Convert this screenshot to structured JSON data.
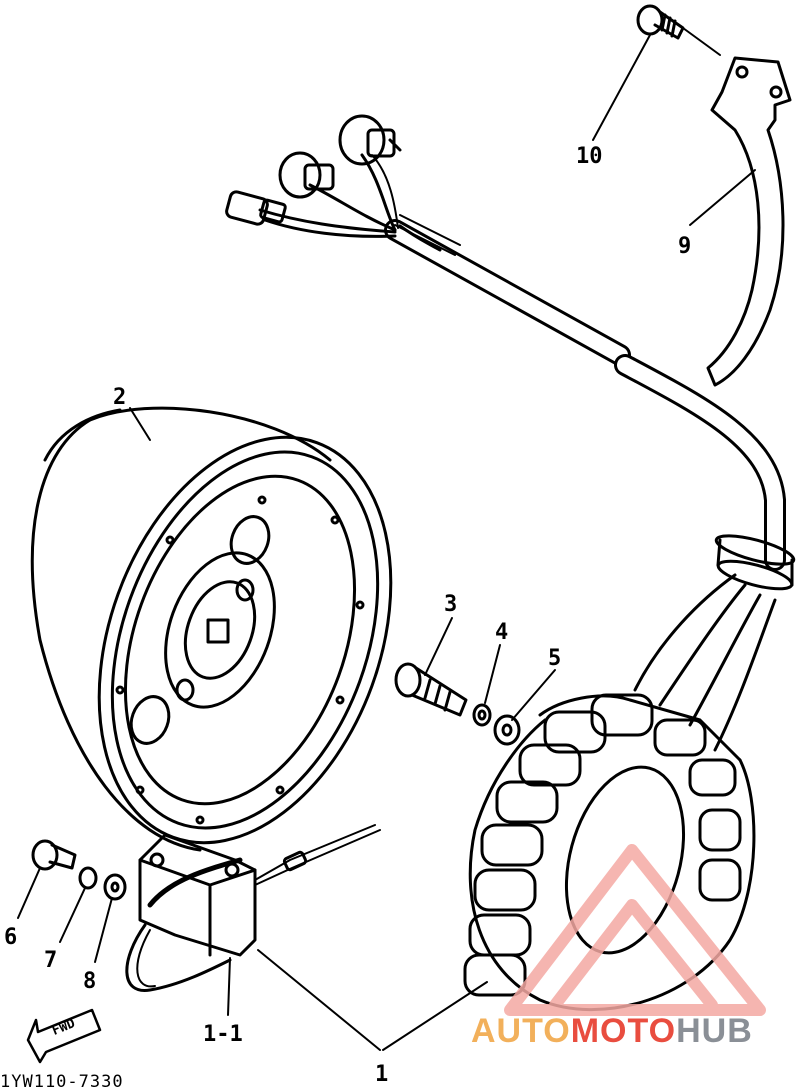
{
  "callouts": {
    "c1": "1",
    "c1_1": "1-1",
    "c2": "2",
    "c3": "3",
    "c4": "4",
    "c5": "5",
    "c6": "6",
    "c7": "7",
    "c8": "8",
    "c9": "9",
    "c10": "10"
  },
  "diagram_code": "1YW110-7330",
  "direction_label": "FWD",
  "watermark": {
    "part1": "AUTO",
    "part2": "MOTO",
    "part3": "HUB"
  },
  "colors": {
    "line": "#000000",
    "watermark_orange": "#f2b05b",
    "watermark_red": "#e94d3f",
    "watermark_grey": "#8a8f96",
    "watermark_triangle": "#f4a9a3"
  }
}
